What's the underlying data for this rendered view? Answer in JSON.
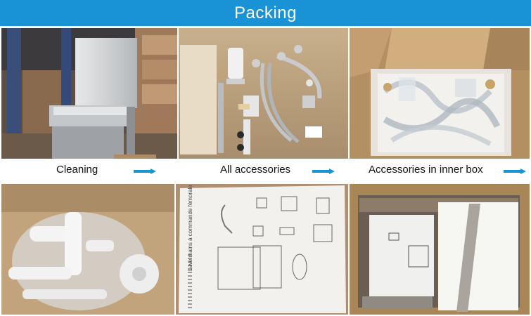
{
  "header": {
    "title": "Packing",
    "color": "#1a93d6"
  },
  "captions": [
    {
      "label": "Cleaning",
      "arrow_icon": "right-arrow-icon"
    },
    {
      "label": "All accessories",
      "arrow_icon": "right-arrow-icon"
    },
    {
      "label": "Accessories in inner box",
      "arrow_icon": "right-arrow-icon"
    }
  ],
  "manual": {
    "title": "Lave mains à commande fémorale"
  }
}
